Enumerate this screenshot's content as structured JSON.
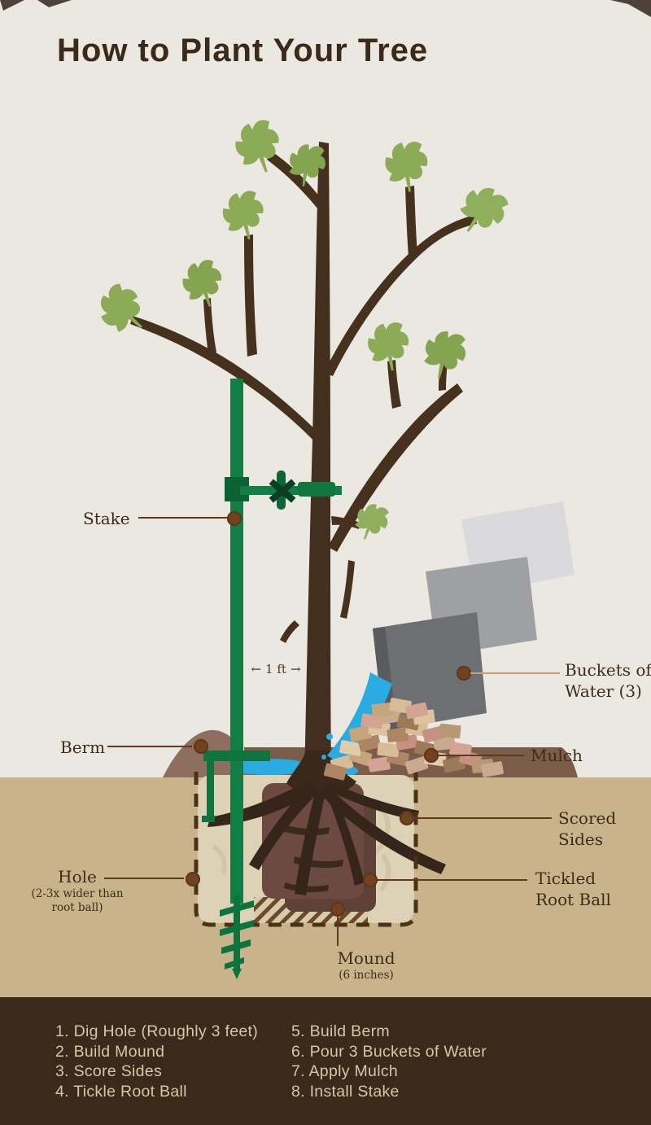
{
  "title": "How to Plant Your Tree",
  "measurement": {
    "left_arrow": "←",
    "value": "1 ft",
    "right_arrow": "→"
  },
  "labels": {
    "stake": "Stake",
    "buckets": [
      "Buckets of",
      "Water (3)"
    ],
    "berm": "Berm",
    "mulch": "Mulch",
    "scored": [
      "Scored",
      "Sides"
    ],
    "hole": "Hole",
    "hole_note": [
      "(2-3x wider than",
      "root ball)"
    ],
    "tickled": [
      "Tickled",
      "Root Ball"
    ],
    "mound": "Mound",
    "mound_note": "(6 inches)"
  },
  "steps": {
    "col1": [
      "1. Dig Hole (Roughly 3 feet)",
      "2. Build Mound",
      "3. Score Sides",
      "4. Tickle Root Ball"
    ],
    "col2": [
      "5. Build Berm",
      "6. Pour 3 Buckets of Water",
      "7. Apply Mulch",
      "8. Install Stake"
    ]
  },
  "colors": {
    "background": "#ebe8e1",
    "ground": "#c9b38b",
    "footer": "#3a2a1b",
    "label_text": "#3e2b18",
    "list_text": "#d8c5a4",
    "leader_line": "#5b3a1e",
    "leader_dot": "#6f431f",
    "stake_green": "#127e45",
    "trunk_brown": "#46311f",
    "leaf_green": "#8cab56",
    "water_blue": "#2aabe2",
    "berm": "#8d6e5f",
    "root_ball": "#6c4a41",
    "hole_fill": "#ddd2b6",
    "bucket_grays": [
      "#dadadc",
      "#9fa0a3",
      "#6e6f72"
    ]
  }
}
